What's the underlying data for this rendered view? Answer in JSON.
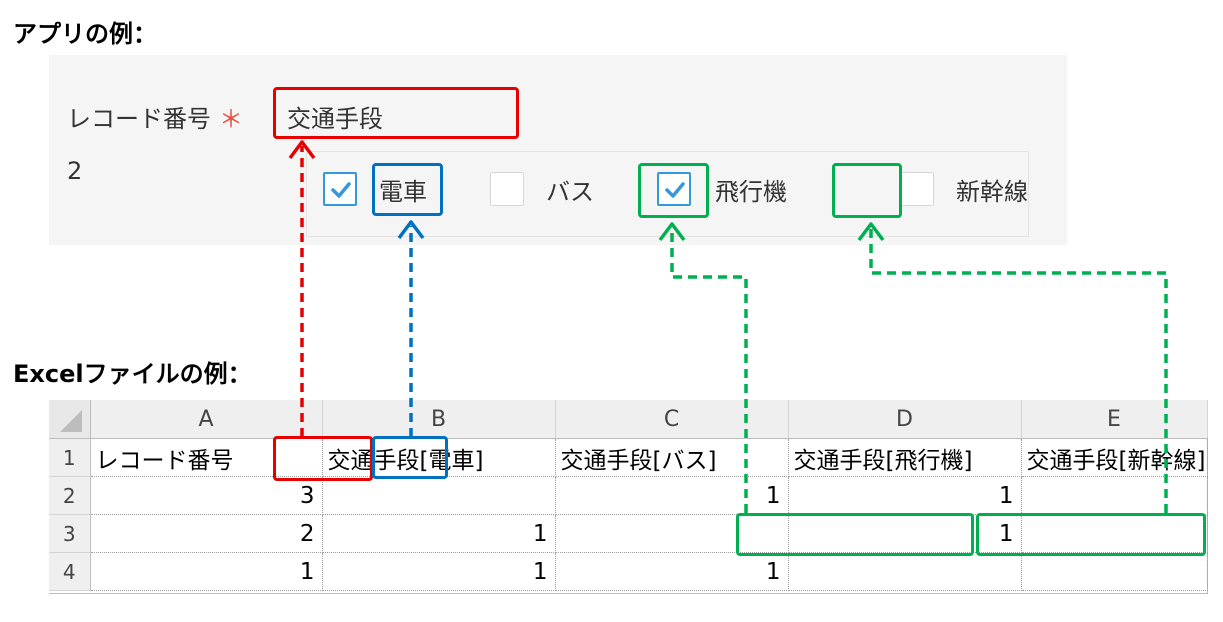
{
  "headings": {
    "app": "アプリの例：",
    "excel": "Excelファイルの例："
  },
  "app": {
    "field_label": "レコード番号",
    "required_mark": "＊",
    "field_value": "交通手段",
    "record_number": "2",
    "checkboxes": [
      {
        "label": "電車",
        "checked": true
      },
      {
        "label": "バス",
        "checked": false
      },
      {
        "label": "飛行機",
        "checked": true
      },
      {
        "label": "新幹線",
        "checked": false
      }
    ]
  },
  "excel": {
    "columns": [
      "A",
      "B",
      "C",
      "D",
      "E"
    ],
    "rows": [
      {
        "num": "1",
        "cells": [
          "レコード番号",
          "交通手段[電車]",
          "交通手段[バス]",
          "交通手段[飛行機]",
          "交通手段[新幹線]"
        ]
      },
      {
        "num": "2",
        "cells": [
          "3",
          "",
          "1",
          "1",
          ""
        ]
      },
      {
        "num": "3",
        "cells": [
          "2",
          "1",
          "",
          "1",
          ""
        ]
      },
      {
        "num": "4",
        "cells": [
          "1",
          "1",
          "1",
          "",
          ""
        ]
      }
    ]
  },
  "colors": {
    "red": "#e60000",
    "blue": "#0070c0",
    "green": "#00b050",
    "checkbox_accent": "#3498db",
    "required": "#e74c3c"
  }
}
